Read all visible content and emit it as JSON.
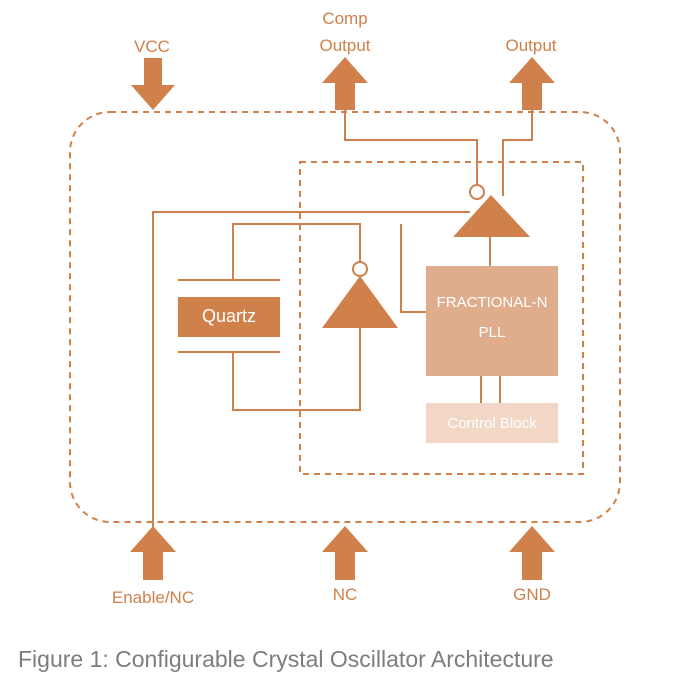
{
  "colors": {
    "accent": "#d0804a",
    "pll_fill": "#e0ad8c",
    "control_fill": "#f2d7c6",
    "caption": "#7d7d7d"
  },
  "pins": {
    "vcc": "VCC",
    "comp_output_line1": "Comp",
    "comp_output_line2": "Output",
    "output": "Output",
    "enable_nc": "Enable/NC",
    "nc": "NC",
    "gnd": "GND"
  },
  "blocks": {
    "quartz": "Quartz",
    "pll_line1": "FRACTIONAL-N",
    "pll_line2": "PLL",
    "control_block": "Control Block"
  },
  "caption": "Figure 1: Configurable Crystal Oscillator Architecture"
}
